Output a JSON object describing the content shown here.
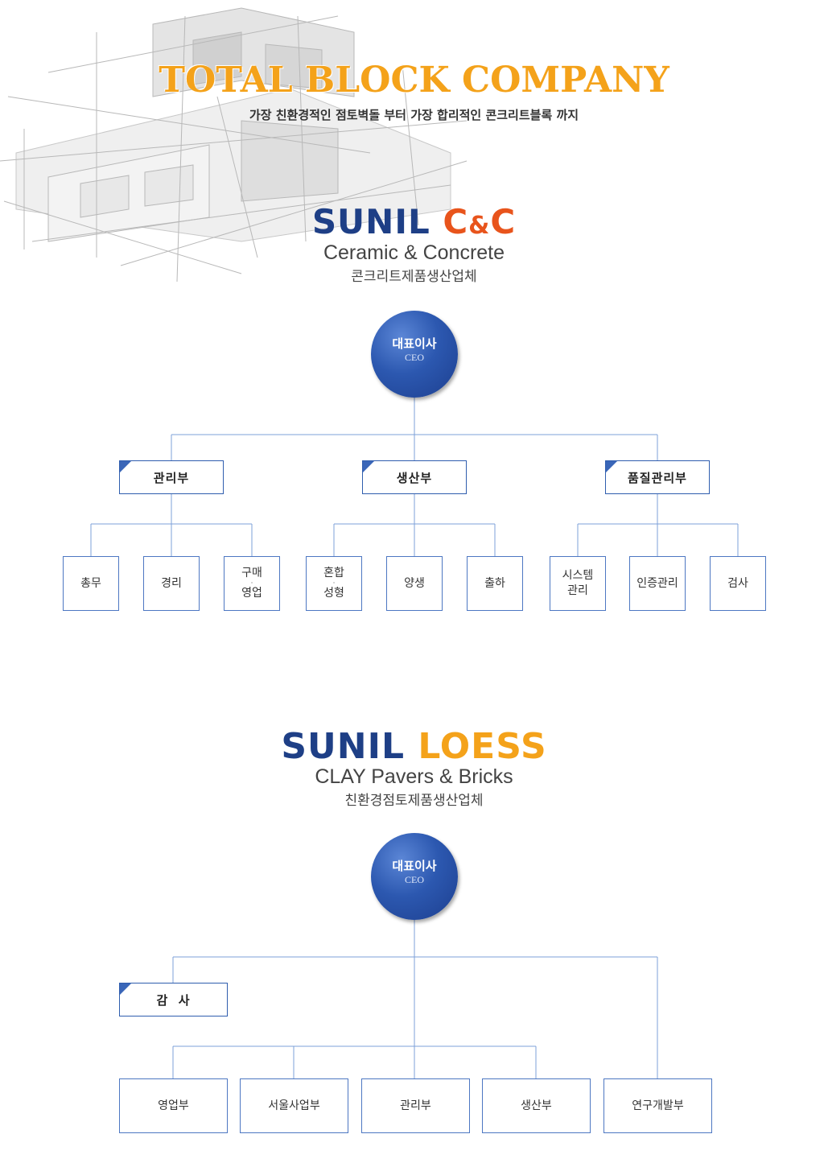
{
  "header": {
    "headline": "TOTAL BLOCK COMPANY",
    "tagline": "가장 친환경적인 점토벽돌 부터 가장 합리적인 콘크리트블록 까지"
  },
  "company1": {
    "brand_main": "SUNIL",
    "brand_accent_1": "C",
    "brand_accent_2": "&",
    "brand_accent_3": "C",
    "subtitle": "Ceramic & Concrete",
    "subtitle_kr": "콘크리트제품생산업체",
    "ceo": {
      "label_kr": "대표이사",
      "label_en": "CEO"
    },
    "departments": [
      {
        "label": "관리부",
        "teams": [
          {
            "line1": "총무"
          },
          {
            "line1": "경리"
          },
          {
            "line1": "구매",
            "dot": "·",
            "line2": "영업"
          }
        ]
      },
      {
        "label": "생산부",
        "teams": [
          {
            "line1": "혼합",
            "dot": "·",
            "line2": "성형"
          },
          {
            "line1": "양생"
          },
          {
            "line1": "출하"
          }
        ]
      },
      {
        "label": "품질관리부",
        "teams": [
          {
            "line1": "시스템",
            "line2": "관리"
          },
          {
            "line1": "인증관리"
          },
          {
            "line1": "검사"
          }
        ]
      }
    ]
  },
  "company2": {
    "brand_main": "SUNIL",
    "brand_accent": "LOESS",
    "subtitle": "CLAY Pavers & Bricks",
    "subtitle_kr": "친환경점토제품생산업체",
    "ceo": {
      "label_kr": "대표이사",
      "label_en": "CEO"
    },
    "audit": "감  사",
    "departments": [
      "영업부",
      "서울사업부",
      "관리부",
      "생산부",
      "연구개발부"
    ]
  },
  "colors": {
    "navy": "#1e3f86",
    "orange": "#f4a21a",
    "red_orange": "#e8541c",
    "line_blue": "#7da0d8",
    "box_border": "#2f5dae"
  }
}
